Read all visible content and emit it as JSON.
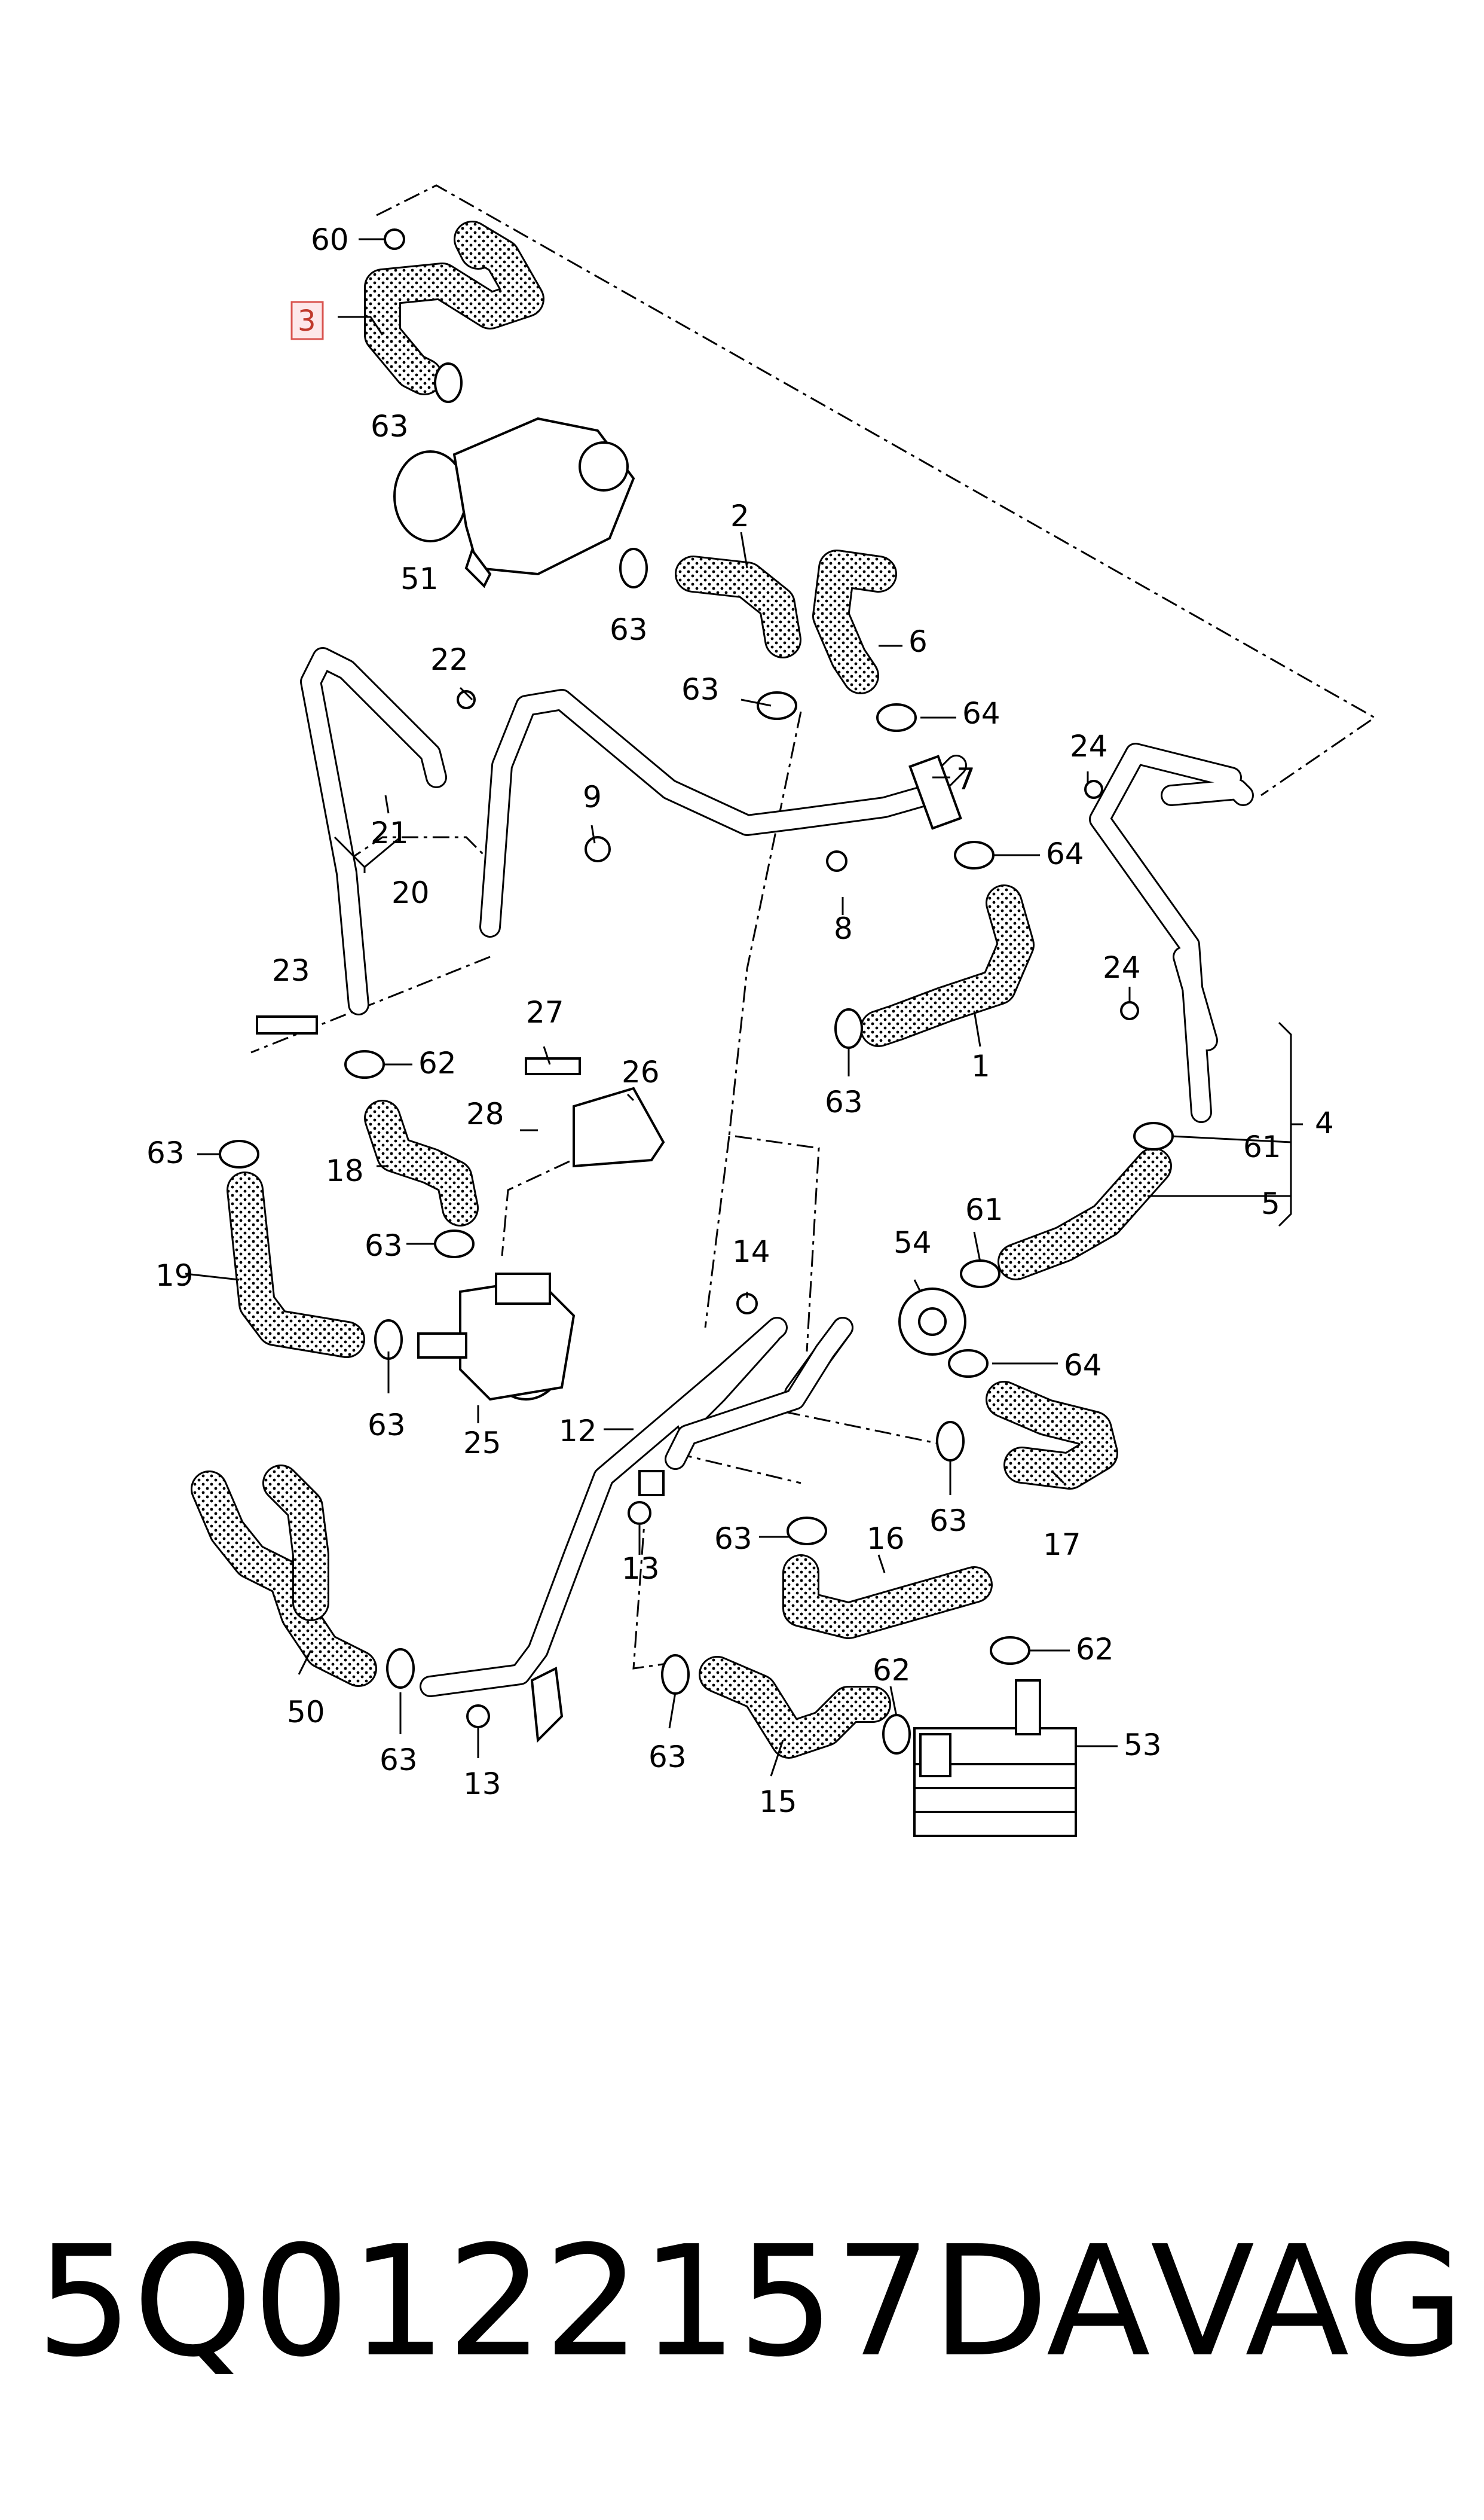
{
  "diagram": {
    "callouts": {
      "p60": "60",
      "p3": "3",
      "p63a": "63",
      "p51": "51",
      "p2": "2",
      "p63b": "63",
      "p6": "6",
      "p63c": "63",
      "p64a": "64",
      "p22": "22",
      "p21": "21",
      "p20": "20",
      "p9": "9",
      "p7": "7",
      "p64b": "64",
      "p24a": "24",
      "p8": "8",
      "p23": "23",
      "p1": "1",
      "p63d": "63",
      "p24b": "24",
      "p27": "27",
      "p26": "26",
      "p62a": "62",
      "p28": "28",
      "p63e": "63",
      "p18": "18",
      "p4": "4",
      "p61a": "61",
      "p5": "5",
      "p63f": "63",
      "p19": "19",
      "p14": "14",
      "p54": "54",
      "p61b": "61",
      "p64c": "64",
      "p63g": "63",
      "p25": "25",
      "p12": "12",
      "p63h": "63",
      "p17": "17",
      "p63i": "63",
      "p16": "16",
      "p13a": "13",
      "p62b": "62",
      "p62c": "62",
      "p50": "50",
      "p63j": "63",
      "p13b": "13",
      "p53": "53",
      "p63k": "63",
      "p15": "15"
    }
  },
  "footer": {
    "part_number": "5Q0122157DA",
    "brand": "VAG"
  },
  "colors": {
    "highlight_border": "#d9534f",
    "highlight_text": "#c0392b"
  }
}
